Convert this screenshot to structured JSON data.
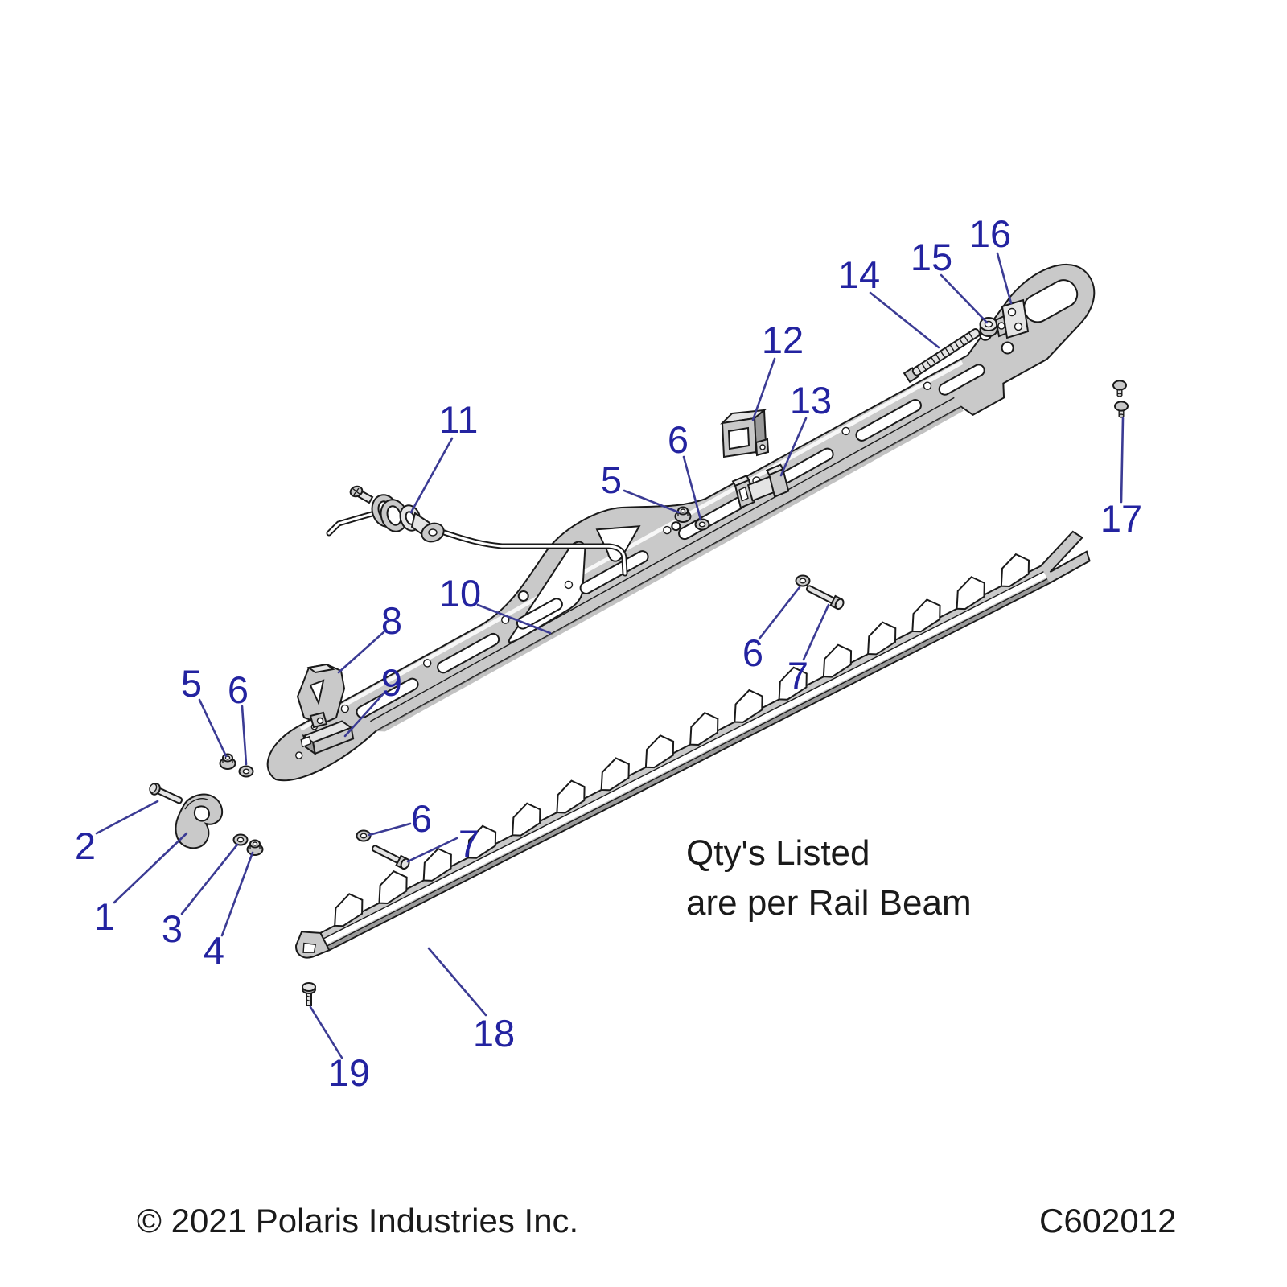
{
  "callouts": {
    "1": "1",
    "2": "2",
    "3": "3",
    "4": "4",
    "5": "5",
    "6": "6",
    "7": "7",
    "8": "8",
    "9": "9",
    "10": "10",
    "11": "11",
    "12": "12",
    "13": "13",
    "14": "14",
    "15": "15",
    "16": "16",
    "17": "17",
    "18": "18",
    "19": "19"
  },
  "note": {
    "line1": "Qty's Listed",
    "line2": "are per Rail Beam"
  },
  "footer": {
    "copyright": "© 2021 Polaris Industries Inc.",
    "drawing_number": "C602012"
  },
  "colors": {
    "c-callout": "#2323a0",
    "c-leader": "#3b3b94",
    "c-line": "#1a1a1a",
    "c-fill": "#c9c9c9",
    "c-fill-light": "#e4e4e4",
    "c-fill-dark": "#9a9a9a",
    "c-text": "#1a1a1a"
  }
}
